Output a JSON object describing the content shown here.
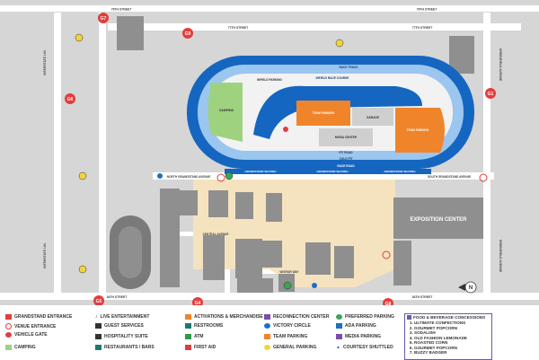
{
  "streets": {
    "s76": "76TH STREET",
    "s77": "77TH STREET",
    "s84": "84TH STREET",
    "interstate": "INTERSTATE I-94",
    "greenfield": "GREENFIELD AVENUE",
    "south_grandstand": "SOUTH GRANDSTAND AVENUE",
    "north_grandstand": "NORTH GRANDSTAND AVENUE",
    "central": "CENTRAL AVENUE",
    "wisfair": "WISFAIR WAY"
  },
  "track": {
    "race_track": "RACE TRACK",
    "infield_race_course": "INFIELD RACE COURSE",
    "infield_parking": "INFIELD PARKING",
    "camping": "CAMPING",
    "team_parking": "TEAM PARKING",
    "garage": "GARAGE",
    "media_center": "MEDIA CENTER",
    "pit_road": "PIT ROAD",
    "cold_pit": "COLD PIT",
    "race_road": "RACE ROAD",
    "grandstand_seating": "GRANDSTAND SEATING"
  },
  "buildings": {
    "exposition_center": "EXPOSITION CENTER"
  },
  "gates": [
    "G1",
    "G4",
    "G5",
    "G6",
    "G7",
    "G8",
    "G9"
  ],
  "legend": [
    {
      "label": "GRANDSTAND ENTRANCE",
      "color": "#e23d3d",
      "icon": "gate-tag-icon"
    },
    {
      "label": "VENUE ENTRANCE",
      "color": "#e23d3d",
      "icon": "circle-outline-icon"
    },
    {
      "label": "VEHICLE GATE",
      "color": "#e23d3d",
      "icon": "gate-circle-icon"
    },
    {
      "label": "CAMPING",
      "color": "#9fd27f",
      "icon": "square-icon"
    },
    {
      "label": "LIVE ENTERTAINMENT",
      "color": "#333333",
      "icon": "music-note-icon"
    },
    {
      "label": "GUEST SERVICES",
      "color": "#333333",
      "icon": "guest-services-icon"
    },
    {
      "label": "HOSPITALITY SUITE",
      "color": "#333333",
      "icon": "hospitality-icon"
    },
    {
      "label": "RESTAURANTS / BARS",
      "color": "#1c7a6a",
      "icon": "restaurant-icon"
    },
    {
      "label": "ACTIVATIONS & MERCHANDISE",
      "color": "#f0842a",
      "icon": "square-icon"
    },
    {
      "label": "RESTROOMS",
      "color": "#1c7a6a",
      "icon": "restroom-icon"
    },
    {
      "label": "ATM",
      "color": "#2f9a46",
      "icon": "atm-icon"
    },
    {
      "label": "FIRST AID",
      "color": "#e23d3d",
      "icon": "first-aid-icon"
    },
    {
      "label": "RECONNECTION CENTER",
      "color": "#7b4ea3",
      "icon": "reconnection-icon"
    },
    {
      "label": "VICTORY CIRCLE",
      "color": "#1d6fc4",
      "icon": "victory-icon"
    },
    {
      "label": "TEAM PARKING",
      "color": "#f0842a",
      "icon": "square-icon"
    },
    {
      "label": "GENERAL PARKING",
      "color": "#f2d33b",
      "icon": "parking-icon"
    },
    {
      "label": "PREFERRED PARKING",
      "color": "#3aa655",
      "icon": "parking-icon"
    },
    {
      "label": "ADA PARKING",
      "color": "#1d6fc4",
      "icon": "ada-icon"
    },
    {
      "label": "MEDIA PARKING",
      "color": "#7b4ea3",
      "icon": "media-icon"
    },
    {
      "label": "COURTESY SHUTTLED",
      "color": "#1d6fc4",
      "icon": "shuttle-icon"
    }
  ],
  "food_title": "FOOD & BEVERAGE CONCESSIONS",
  "food_items": [
    "ULTIMATE CONFECTIONS",
    "GOURMET POPCORN",
    "SODALISH",
    "OLD FASHION LEMONADE",
    "ROASTED CORN",
    "GOURMET POPCORN",
    "BUZZY BADGER"
  ],
  "compass": "N",
  "colors": {
    "road": "#ffffff",
    "ground": "#d9d9d9",
    "building": "#8f8f8f",
    "track_blue": "#1566c0",
    "track_light": "#9bc6ef",
    "infield": "#f2f2f2",
    "orange": "#f0842a",
    "green": "#9fd27f",
    "gate_red": "#e23d3d",
    "fair_tan": "#f5e3bf"
  }
}
